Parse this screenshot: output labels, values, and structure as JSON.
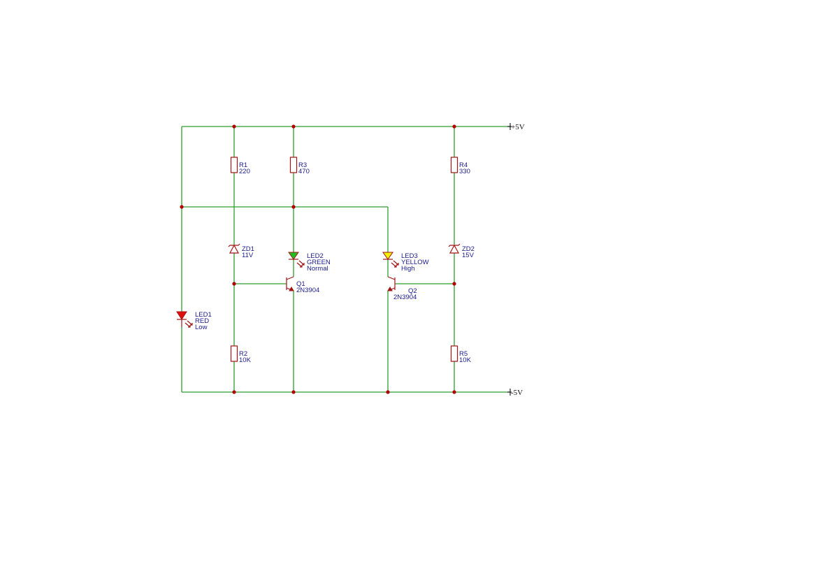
{
  "rails": {
    "positive": "+5V",
    "negative": "-5V"
  },
  "resistors": [
    {
      "ref": "R1",
      "value": "220"
    },
    {
      "ref": "R3",
      "value": "470"
    },
    {
      "ref": "R4",
      "value": "330"
    },
    {
      "ref": "R2",
      "value": "10K"
    },
    {
      "ref": "R5",
      "value": "10K"
    }
  ],
  "zeners": [
    {
      "ref": "ZD1",
      "value": "11V"
    },
    {
      "ref": "ZD2",
      "value": "15V"
    }
  ],
  "leds": [
    {
      "ref": "LED1",
      "color_name": "RED",
      "state": "Low",
      "fill": "#e01010"
    },
    {
      "ref": "LED2",
      "color_name": "GREEN",
      "state": "Normal",
      "fill": "#20c020"
    },
    {
      "ref": "LED3",
      "color_name": "YELLOW",
      "state": "High",
      "fill": "#f0f000"
    }
  ],
  "transistors": [
    {
      "ref": "Q1",
      "part": "2N3904"
    },
    {
      "ref": "Q2",
      "part": "2N3904"
    }
  ],
  "colors": {
    "wire": "#2e9e2e",
    "component": "#a01414",
    "label": "#1a1a8c",
    "junction": "#b40000"
  }
}
